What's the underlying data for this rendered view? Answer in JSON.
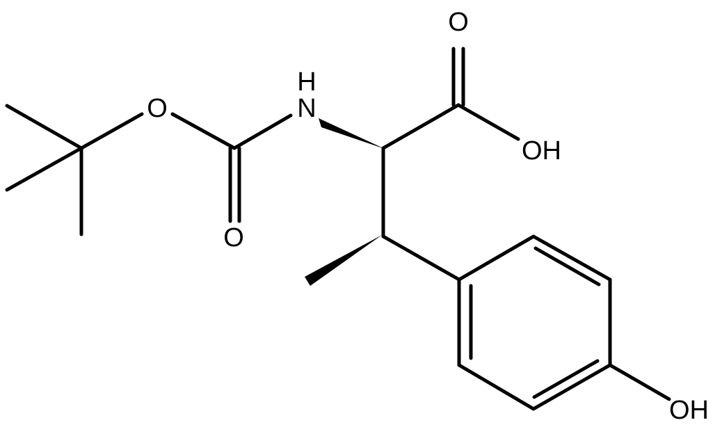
{
  "labels": {
    "n_h": "H",
    "n": "N",
    "o_ether": "O",
    "o_carbamate": "O",
    "o_acid": "O",
    "oh_acid": "OH",
    "oh_phenol": "OH"
  },
  "colors": {
    "ink": "#000000",
    "background": "#ffffff"
  }
}
